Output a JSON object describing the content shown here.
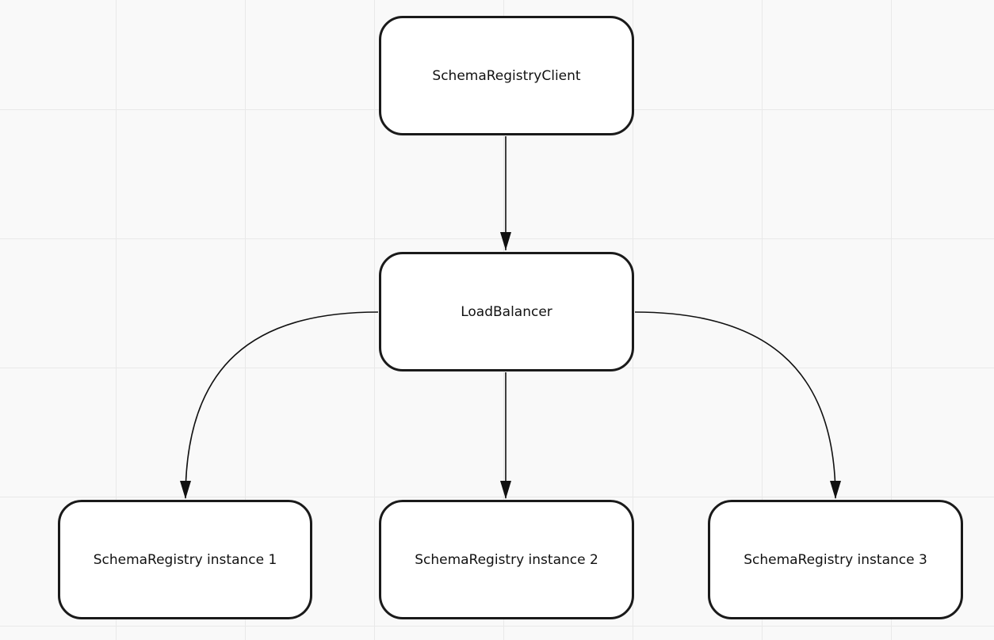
{
  "diagram": {
    "nodes": {
      "client": {
        "label": "SchemaRegistryClient"
      },
      "load_balancer": {
        "label": "LoadBalancer"
      },
      "instance_1": {
        "label": "SchemaRegistry instance 1"
      },
      "instance_2": {
        "label": "SchemaRegistry instance 2"
      },
      "instance_3": {
        "label": "SchemaRegistry instance 3"
      }
    },
    "edges": [
      {
        "from": "client",
        "to": "load_balancer",
        "style": "straight"
      },
      {
        "from": "load_balancer",
        "to": "instance_1",
        "style": "curved"
      },
      {
        "from": "load_balancer",
        "to": "instance_2",
        "style": "straight"
      },
      {
        "from": "load_balancer",
        "to": "instance_3",
        "style": "curved"
      }
    ],
    "colors": {
      "canvas": "#f9f9f9",
      "grid": "#e9e9e9",
      "node_border": "#1a1a1a",
      "node_fill": "#ffffff",
      "edge": "#111111"
    }
  }
}
